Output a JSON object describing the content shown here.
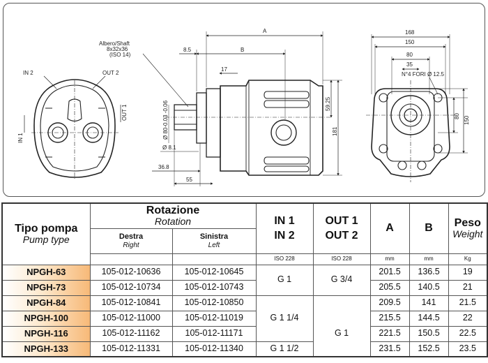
{
  "drawing": {
    "labels": {
      "shaft_line1": "Albero/Shaft",
      "shaft_line2": "8x32x36",
      "shaft_line3": "(ISO 14)",
      "in2": "IN 2",
      "out2": "OUT 2",
      "in1": "IN 1",
      "out1": "OUT 1",
      "fori": "N°4 FORI Ø 12.5"
    },
    "dims": {
      "a": "A",
      "b": "B",
      "d8_5": "8.5",
      "d17": "17",
      "d36_8": "36.8",
      "d55": "55",
      "d8_1": "Ø 8.1",
      "d80h": "Ø 80-0.03 -0.06",
      "d59_25": "59.25",
      "d181": "181",
      "d168": "168",
      "d150": "150",
      "d80": "80",
      "d35": "35",
      "d80v": "80",
      "d150v": "150"
    }
  },
  "table": {
    "headers": {
      "type": "Tipo pompa",
      "type_en": "Pump type",
      "rotation": "Rotazione",
      "rotation_en": "Rotation",
      "right": "Destra",
      "right_en": "Right",
      "left": "Sinistra",
      "left_en": "Left",
      "in1": "IN 1",
      "in2": "IN 2",
      "in_unit": "ISO 228",
      "out1": "OUT 1",
      "out2": "OUT 2",
      "out_unit": "ISO 228",
      "a": "A",
      "a_unit": "mm",
      "b": "B",
      "b_unit": "mm",
      "weight": "Peso",
      "weight_en": "Weight",
      "weight_unit": "Kg"
    },
    "rows": [
      {
        "type": "NPGH-63",
        "right": "105-012-10636",
        "left": "105-012-10645",
        "a": "201.5",
        "b": "136.5",
        "weight": "19"
      },
      {
        "type": "NPGH-73",
        "right": "105-012-10734",
        "left": "105-012-10743",
        "a": "205.5",
        "b": "140.5",
        "weight": "21"
      },
      {
        "type": "NPGH-84",
        "right": "105-012-10841",
        "left": "105-012-10850",
        "a": "209.5",
        "b": "141",
        "weight": "21.5"
      },
      {
        "type": "NPGH-100",
        "right": "105-012-11000",
        "left": "105-012-11019",
        "a": "215.5",
        "b": "144.5",
        "weight": "22"
      },
      {
        "type": "NPGH-116",
        "right": "105-012-11162",
        "left": "105-012-11171",
        "a": "221.5",
        "b": "150.5",
        "weight": "22.5"
      },
      {
        "type": "NPGH-133",
        "right": "105-012-11331",
        "left": "105-012-11340",
        "a": "231.5",
        "b": "152.5",
        "weight": "23.5"
      }
    ],
    "in_groups": {
      "g1": "G 1",
      "g2": "G 1 1/4",
      "g3": "G 1 1/2"
    },
    "out_groups": {
      "g1": "G 3/4",
      "g2": "G 1"
    }
  }
}
